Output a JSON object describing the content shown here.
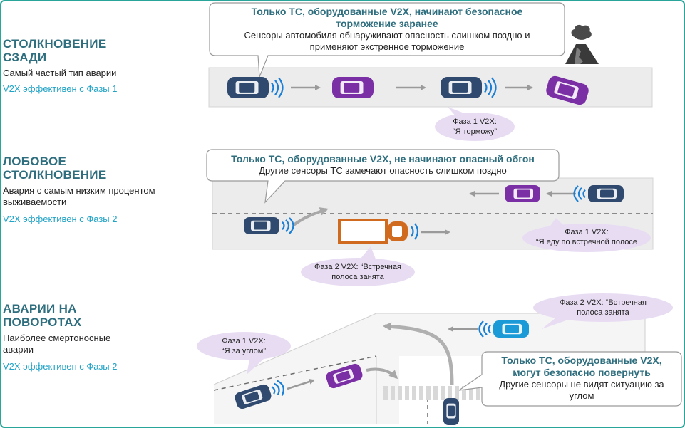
{
  "sections": [
    {
      "title_line1": "СТОЛКНОВЕНИЕ",
      "title_line2": "СЗАДИ",
      "desc_line1": "Самый частый тип аварии",
      "desc_line2": "",
      "phase": "V2X эффективен с Фазы 1",
      "callout_head_line1": "Только ТС, оборудованные V2X, начинают безопасное",
      "callout_head_line2": "торможение заранее",
      "callout_text_line1": "Сенсоры автомобиля обнаруживают опасность слишком поздно и",
      "callout_text_line2": "применяют экстренное торможение",
      "bubbles": [
        {
          "line1": "Фаза 1 V2X:",
          "line2": "“Я торможу”"
        }
      ]
    },
    {
      "title_line1": "ЛОБОВОЕ",
      "title_line2": "СТОЛКНОВЕНИЕ",
      "desc_line1": "Авария с самым низким процентом",
      "desc_line2": "выживаемости",
      "phase": "V2X эффективен с Фазы 2",
      "callout_head_line1": "Только ТС, оборудованные V2X, не начинают опасный обгон",
      "callout_head_line2": "",
      "callout_text_line1": "Другие сенсоры ТС замечают опасность слишком поздно",
      "callout_text_line2": "",
      "bubbles": [
        {
          "line1": "Фаза 1 V2X:",
          "line2": "“Я еду по встречной полосе"
        },
        {
          "line1": "Фаза 2 V2X: “Встречная",
          "line2": "полоса занята"
        }
      ]
    },
    {
      "title_line1": "АВАРИИ НА",
      "title_line2": "ПОВОРОТАХ",
      "desc_line1": "Наиболее смертоносные",
      "desc_line2": "аварии",
      "phase": "V2X эффективен с Фазы 2",
      "callout_head_line1": "Только ТС, оборудованные V2X,",
      "callout_head_line2": "могут безопасно повернуть",
      "callout_text_line1": "Другие сенсоры не видят ситуацию за",
      "callout_text_line2": "углом",
      "bubbles": [
        {
          "line1": "Фаза 2 V2X: “Встречная",
          "line2": "полоса занята"
        },
        {
          "line1": "Фаза 1 V2X:",
          "line2": "“Я за углом”"
        }
      ]
    }
  ],
  "icons": {
    "car": "car-icon",
    "truck": "truck-icon",
    "signal": "signal-waves-icon",
    "hazard": "volcano-hazard-icon",
    "arrow": "arrow-right-icon"
  },
  "colors": {
    "title": "#2e6e7e",
    "phase": "#1fa3c7",
    "frame": "#2aa59a",
    "car_dark": "#2f4a6e",
    "car_purple": "#7b2fa5",
    "car_blue": "#1a9bd7",
    "truck": "#d06a1f",
    "bubble": "#e8dcf3",
    "road": "#ececec",
    "signal": "#1a7fd6"
  }
}
